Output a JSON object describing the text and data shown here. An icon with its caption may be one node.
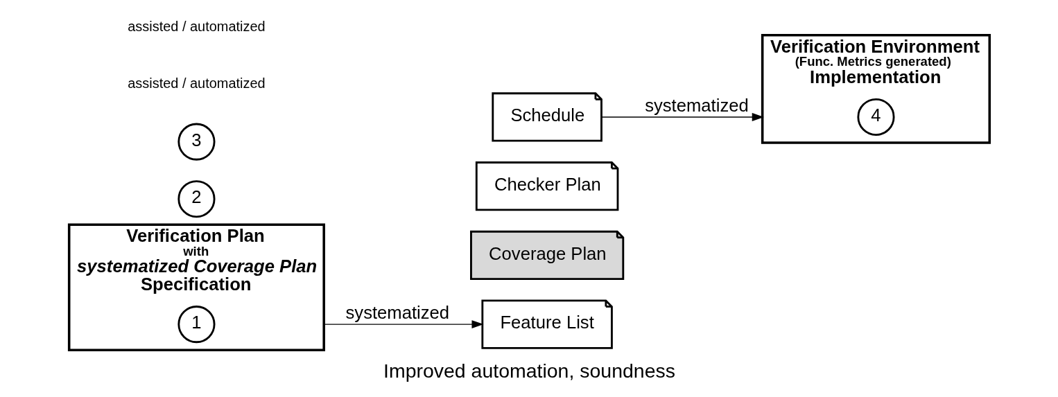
{
  "diagram": {
    "caption": "Improved automation, soundness",
    "nodes": [
      {
        "text": [
          "Verification Plan",
          "with",
          "systematized Coverage Plan",
          "Specification"
        ]
      },
      {
        "text": [
          "1"
        ],
        "in": 0
      },
      {
        "text": [
          "2"
        ]
      },
      {
        "text": [
          "Feature List"
        ]
      },
      {
        "text": [
          "Coverage Plan"
        ]
      },
      {
        "text": [
          "Checker Plan"
        ]
      },
      {
        "text": [
          "Schedule"
        ]
      },
      {
        "text": [
          "3"
        ]
      },
      {
        "text": [
          "Verification Environment",
          "(Func. Metrics generated)",
          "Implementation"
        ]
      },
      {
        "text": [
          "4"
        ],
        "in": 8
      }
    ],
    "edges": [
      {
        "from": 0,
        "to": 3,
        "arrow": "to",
        "label": "systematized"
      },
      {
        "from": 6,
        "to": 8,
        "arrow": "to",
        "label": "systematized"
      }
    ],
    "labels": [
      "assisted / automatized",
      "assisted / automatized"
    ]
  }
}
